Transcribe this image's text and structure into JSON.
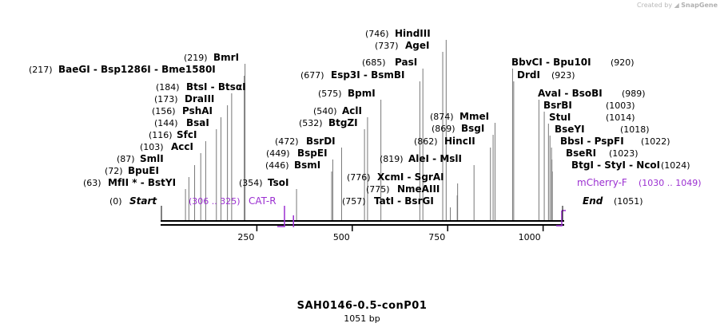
{
  "credit": {
    "prefix": "Created by",
    "brand": "SnapGene"
  },
  "title": "SAH0146-0.5-conP01",
  "subtitle": "1051 bp",
  "sequence_length": 1051,
  "ruler": {
    "ticks": [
      250,
      500,
      750,
      1000
    ]
  },
  "terminals": [
    {
      "name": "Start",
      "pos": "(0)"
    },
    {
      "name": "End",
      "pos": "(1051)"
    }
  ],
  "primers": [
    {
      "name": "CAT-R",
      "range": "(306 .. 325)",
      "start": 306,
      "end": 325,
      "direction": "reverse"
    },
    {
      "name": "mCherry-F",
      "range": "(1030 .. 1049)",
      "start": 1030,
      "end": 1049,
      "direction": "forward"
    }
  ],
  "sites": [
    {
      "label": "MfII * - BstYI",
      "pos": "(63)",
      "bp": 63
    },
    {
      "label": "BpuEI",
      "pos": "(72)",
      "bp": 72
    },
    {
      "label": "SmlI",
      "pos": "(87)",
      "bp": 87
    },
    {
      "label": "AccI",
      "pos": "(103)",
      "bp": 103
    },
    {
      "label": "SfcI",
      "pos": "(116)",
      "bp": 116
    },
    {
      "label": "BsaI",
      "pos": "(144)",
      "bp": 144
    },
    {
      "label": "PshAI",
      "pos": "(156)",
      "bp": 156
    },
    {
      "label": "DraIII",
      "pos": "(173)",
      "bp": 173
    },
    {
      "label": "BtsI - BtsαI",
      "pos": "(184)",
      "bp": 184
    },
    {
      "label": "BaeGI - Bsp1286I - Bme1580I",
      "pos": "(217)",
      "bp": 217
    },
    {
      "label": "BmrI",
      "pos": "(219)",
      "bp": 219
    },
    {
      "label": "TsoI",
      "pos": "(354)",
      "bp": 354
    },
    {
      "label": "BsmI",
      "pos": "(446)",
      "bp": 446
    },
    {
      "label": "BspEI",
      "pos": "(449)",
      "bp": 449
    },
    {
      "label": "BsrDI",
      "pos": "(472)",
      "bp": 472
    },
    {
      "label": "BtgZI",
      "pos": "(532)",
      "bp": 532
    },
    {
      "label": "AclI",
      "pos": "(540)",
      "bp": 540
    },
    {
      "label": "BpmI",
      "pos": "(575)",
      "bp": 575
    },
    {
      "label": "Esp3I - BsmBI",
      "pos": "(677)",
      "bp": 677
    },
    {
      "label": "PasI",
      "pos": "(685)",
      "bp": 685
    },
    {
      "label": "AgeI",
      "pos": "(737)",
      "bp": 737
    },
    {
      "label": "HindIII",
      "pos": "(746)",
      "bp": 746
    },
    {
      "label": "TatI - BsrGI",
      "pos": "(757)",
      "bp": 757
    },
    {
      "label": "NmeAIII",
      "pos": "(775)",
      "bp": 775
    },
    {
      "label": "XcmI - SgrAI",
      "pos": "(776)",
      "bp": 776
    },
    {
      "label": "AleI - MslI",
      "pos": "(819)",
      "bp": 819
    },
    {
      "label": "HincII",
      "pos": "(862)",
      "bp": 862
    },
    {
      "label": "BsgI",
      "pos": "(869)",
      "bp": 869
    },
    {
      "label": "MmeI",
      "pos": "(874)",
      "bp": 874
    },
    {
      "label": "BbvCI - Bpu10I",
      "pos": "(920)",
      "bp": 920
    },
    {
      "label": "DrdI",
      "pos": "(923)",
      "bp": 923
    },
    {
      "label": "AvaI - BsoBI",
      "pos": "(989)",
      "bp": 989
    },
    {
      "label": "BsrBI",
      "pos": "(1003)",
      "bp": 1003
    },
    {
      "label": "StuI",
      "pos": "(1014)",
      "bp": 1014
    },
    {
      "label": "BseYI",
      "pos": "(1018)",
      "bp": 1018
    },
    {
      "label": "BbsI - PspFI",
      "pos": "(1022)",
      "bp": 1022
    },
    {
      "label": "BseRI",
      "pos": "(1023)",
      "bp": 1023
    },
    {
      "label": "BtgI - StyI - NcoI",
      "pos": "(1024)",
      "bp": 1024
    }
  ],
  "colors": {
    "primer": "#9b2fd1",
    "line": "#000000",
    "leader": "#666666"
  }
}
